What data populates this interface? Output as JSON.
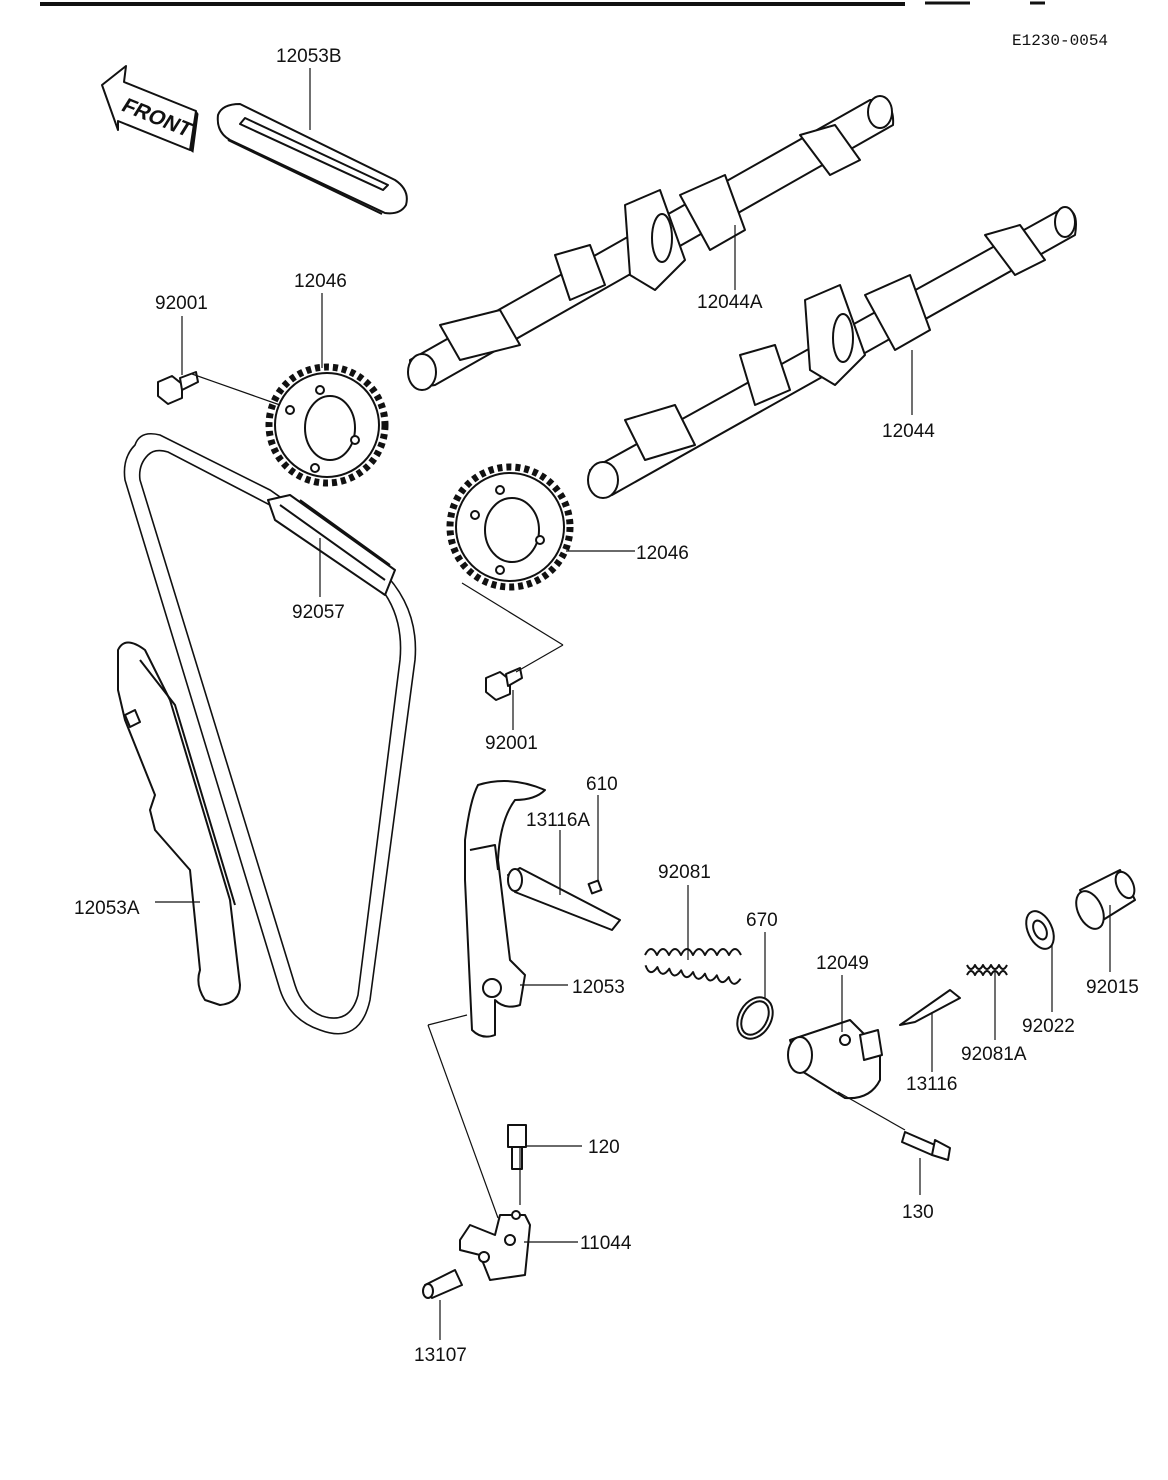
{
  "diagram_id": "E1230-0054",
  "front_label": "FRONT",
  "labels": {
    "chain_guide_top": "12053B",
    "camshaft_a": "12044A",
    "camshaft": "12044",
    "sprocket_top": "12046",
    "sprocket_mid": "12046",
    "bolt_top": "92001",
    "bolt_mid": "92001",
    "chain": "92057",
    "guide_left": "12053A",
    "guide_tensioner": "12053",
    "pin": "610",
    "rod": "13116A",
    "spring": "92081",
    "oring": "670",
    "tensioner_body": "12049",
    "plunger": "13116",
    "spring_small": "92081A",
    "washer": "92022",
    "cap": "92015",
    "bolt_120": "120",
    "bolt_130": "130",
    "bracket": "11044",
    "dowel": "13107"
  }
}
